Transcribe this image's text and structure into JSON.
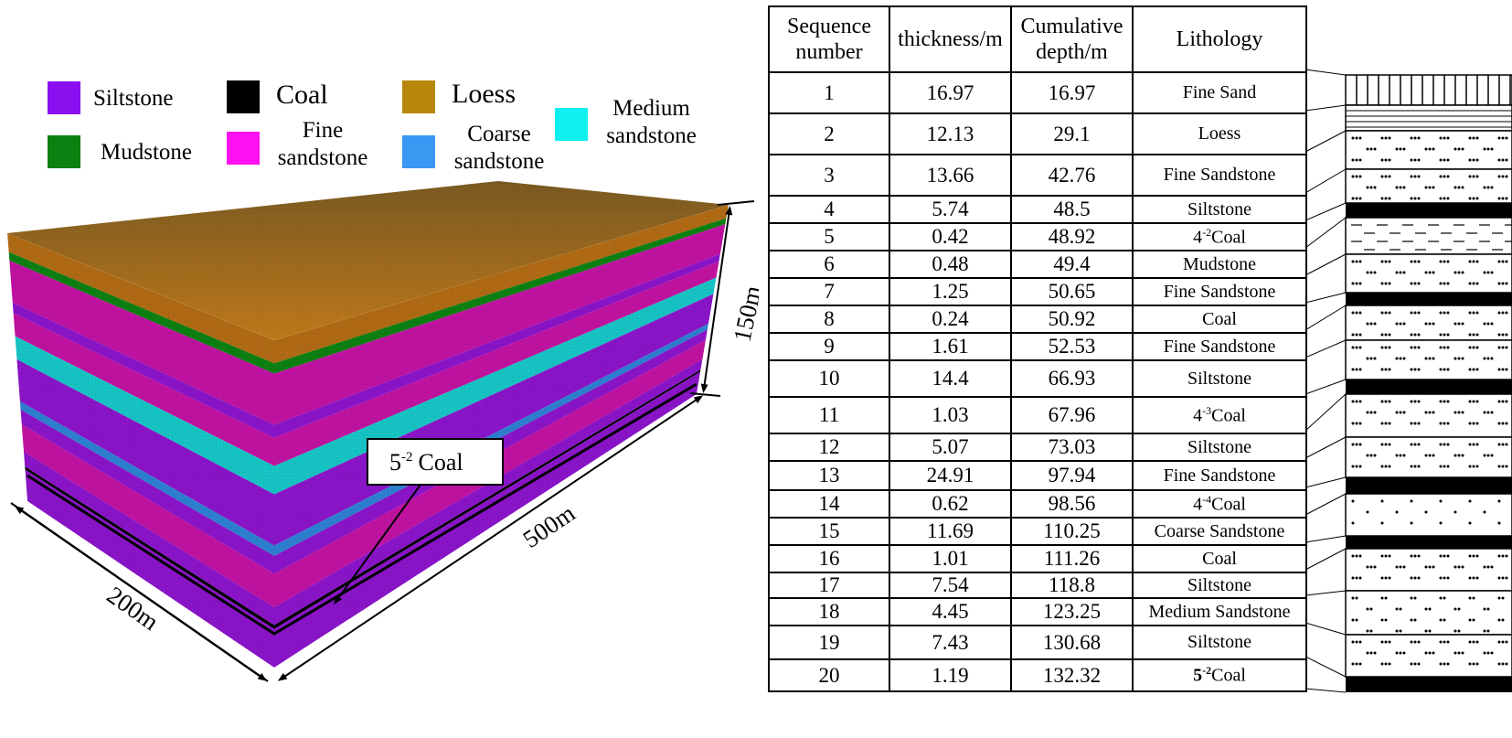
{
  "legend": [
    {
      "label": "Siltstone",
      "color": "#8b10f0"
    },
    {
      "label": "Coal",
      "color": "#000000"
    },
    {
      "label": "Loess",
      "color": "#b8860b"
    },
    {
      "label": "Mudstone",
      "color": "#0d8012"
    },
    {
      "label": "Fine sandstone",
      "color": "#ff10f0"
    },
    {
      "label": "Coarse sandstone",
      "color": "#3a97f2"
    },
    {
      "label": "Medium sandstone",
      "color": "#10f0f0"
    }
  ],
  "model": {
    "coal_callout": {
      "base": "5",
      "sup": "-2",
      "text": "Coal"
    },
    "dim_width": "200m",
    "dim_length": "500m",
    "dim_height": "150m"
  },
  "table": {
    "headers": [
      "Sequence number",
      "thickness/m",
      "Cumulative depth/m",
      "Lithology"
    ],
    "rows": [
      {
        "seq": "1",
        "thickness": "16.97",
        "depth": "16.97",
        "lith": "Fine Sand"
      },
      {
        "seq": "2",
        "thickness": "12.13",
        "depth": "29.1",
        "lith": "Loess"
      },
      {
        "seq": "3",
        "thickness": "13.66",
        "depth": "42.76",
        "lith": "Fine Sandstone"
      },
      {
        "seq": "4",
        "thickness": "5.74",
        "depth": "48.5",
        "lith": "Siltstone"
      },
      {
        "seq": "5",
        "thickness": "0.42",
        "depth": "48.92",
        "lith_pre": "4",
        "lith_sup": "-2",
        "lith": "Coal"
      },
      {
        "seq": "6",
        "thickness": "0.48",
        "depth": "49.4",
        "lith": "Mudstone"
      },
      {
        "seq": "7",
        "thickness": "1.25",
        "depth": "50.65",
        "lith": "Fine Sandstone"
      },
      {
        "seq": "8",
        "thickness": "0.24",
        "depth": "50.92",
        "lith": "Coal"
      },
      {
        "seq": "9",
        "thickness": "1.61",
        "depth": "52.53",
        "lith": "Fine Sandstone"
      },
      {
        "seq": "10",
        "thickness": "14.4",
        "depth": "66.93",
        "lith": "Siltstone"
      },
      {
        "seq": "11",
        "thickness": "1.03",
        "depth": "67.96",
        "lith_pre": "4",
        "lith_sup": "-3",
        "lith": "Coal"
      },
      {
        "seq": "12",
        "thickness": "5.07",
        "depth": "73.03",
        "lith": "Siltstone"
      },
      {
        "seq": "13",
        "thickness": "24.91",
        "depth": "97.94",
        "lith": "Fine Sandstone"
      },
      {
        "seq": "14",
        "thickness": "0.62",
        "depth": "98.56",
        "lith_pre": "4",
        "lith_sup": "-4",
        "lith": "Coal"
      },
      {
        "seq": "15",
        "thickness": "11.69",
        "depth": "110.25",
        "lith": "Coarse Sandstone"
      },
      {
        "seq": "16",
        "thickness": "1.01",
        "depth": "111.26",
        "lith": "Coal"
      },
      {
        "seq": "17",
        "thickness": "7.54",
        "depth": "118.8",
        "lith": "Siltstone"
      },
      {
        "seq": "18",
        "thickness": "4.45",
        "depth": "123.25",
        "lith": "Medium Sandstone"
      },
      {
        "seq": "19",
        "thickness": "7.43",
        "depth": "130.68",
        "lith": "Siltstone"
      },
      {
        "seq": "20",
        "thickness": "1.19",
        "depth": "132.32",
        "lith_pre": "5",
        "lith_sup": "-2",
        "lith": "Coal",
        "lith_bold_pre": true
      }
    ]
  }
}
